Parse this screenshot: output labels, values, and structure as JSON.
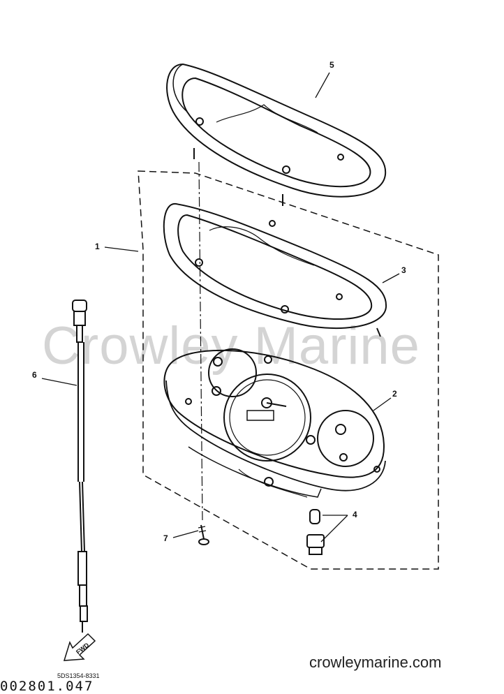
{
  "watermark": "Crowley Marine",
  "footer": {
    "site": "crowleymarine.com",
    "part_code": "5DS1354-8331",
    "diagram_code": "002801.047",
    "direction_label": "FWD"
  },
  "callouts": [
    "1",
    "2",
    "3",
    "4",
    "5",
    "6",
    "7"
  ],
  "colors": {
    "line": "#111111",
    "watermark": "#d4d4d4"
  }
}
